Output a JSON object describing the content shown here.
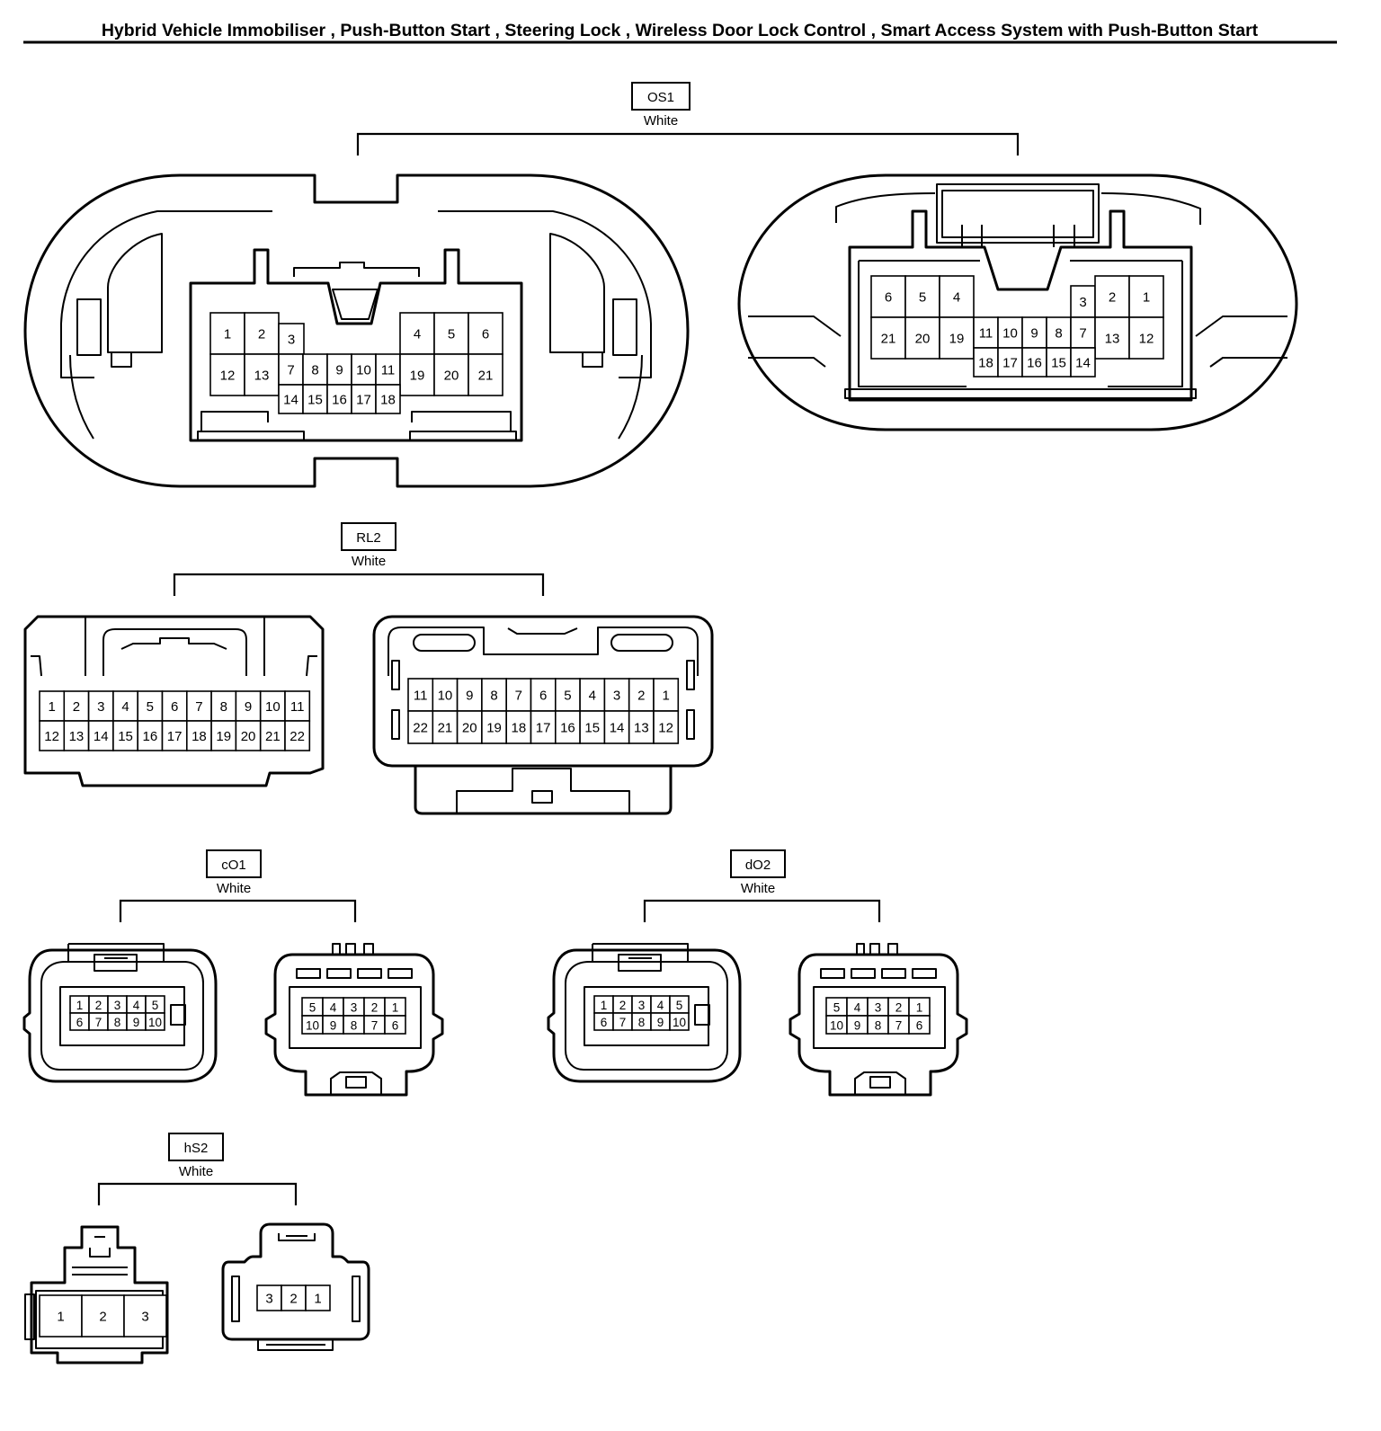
{
  "title": "Hybrid Vehicle Immobiliser , Push-Button Start , Steering Lock , Wireless Door Lock Control , Smart Access System with Push-Button Start",
  "connectors": {
    "OS1": {
      "tag": "OS1",
      "color": "White",
      "left": {
        "row1a": [
          "1",
          "2"
        ],
        "pin3": "3",
        "row1b": [
          "4",
          "5",
          "6"
        ],
        "row2a": [
          "12",
          "13"
        ],
        "row2mid": [
          "7",
          "8",
          "9",
          "10",
          "11"
        ],
        "row2b": [
          "19",
          "20",
          "21"
        ],
        "row3": [
          "14",
          "15",
          "16",
          "17",
          "18"
        ]
      },
      "right": {
        "row1a": [
          "6",
          "5",
          "4"
        ],
        "pin3": "3",
        "row1b": [
          "2",
          "1"
        ],
        "row2a": [
          "21",
          "20",
          "19"
        ],
        "row2mid": [
          "11",
          "10",
          "9",
          "8",
          "7"
        ],
        "row2b": [
          "13",
          "12"
        ],
        "row3": [
          "18",
          "17",
          "16",
          "15",
          "14"
        ]
      }
    },
    "RL2": {
      "tag": "RL2",
      "color": "White",
      "left": {
        "row1": [
          "1",
          "2",
          "3",
          "4",
          "5",
          "6",
          "7",
          "8",
          "9",
          "10",
          "11"
        ],
        "row2": [
          "12",
          "13",
          "14",
          "15",
          "16",
          "17",
          "18",
          "19",
          "20",
          "21",
          "22"
        ]
      },
      "right": {
        "row1": [
          "11",
          "10",
          "9",
          "8",
          "7",
          "6",
          "5",
          "4",
          "3",
          "2",
          "1"
        ],
        "row2": [
          "22",
          "21",
          "20",
          "19",
          "18",
          "17",
          "16",
          "15",
          "14",
          "13",
          "12"
        ]
      }
    },
    "cO1": {
      "tag": "cO1",
      "color": "White",
      "left": {
        "row1": [
          "1",
          "2",
          "3",
          "4",
          "5"
        ],
        "row2": [
          "6",
          "7",
          "8",
          "9",
          "10"
        ]
      },
      "right": {
        "row1": [
          "5",
          "4",
          "3",
          "2",
          "1"
        ],
        "row2": [
          "10",
          "9",
          "8",
          "7",
          "6"
        ]
      }
    },
    "dO2": {
      "tag": "dO2",
      "color": "White",
      "left": {
        "row1": [
          "1",
          "2",
          "3",
          "4",
          "5"
        ],
        "row2": [
          "6",
          "7",
          "8",
          "9",
          "10"
        ]
      },
      "right": {
        "row1": [
          "5",
          "4",
          "3",
          "2",
          "1"
        ],
        "row2": [
          "10",
          "9",
          "8",
          "7",
          "6"
        ]
      }
    },
    "hS2": {
      "tag": "hS2",
      "color": "White",
      "left": {
        "row1": [
          "1",
          "2",
          "3"
        ]
      },
      "right": {
        "row1": [
          "3",
          "2",
          "1"
        ]
      }
    }
  }
}
